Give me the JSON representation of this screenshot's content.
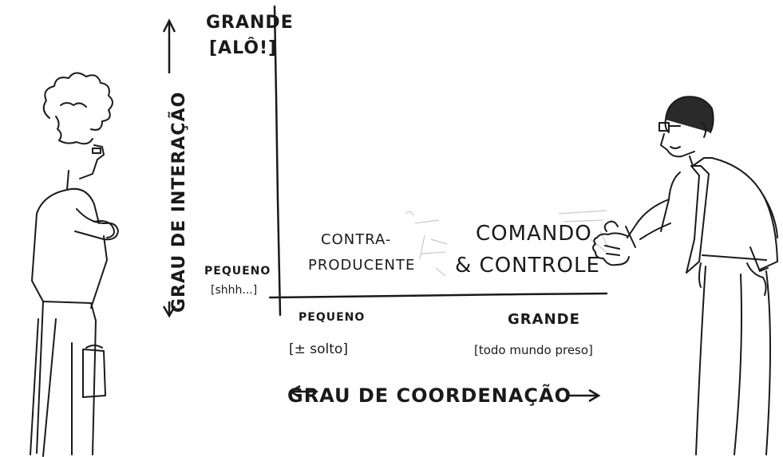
{
  "diagram": {
    "y_axis": {
      "title": "GRAU DE INTERAÇÃO",
      "high_label": "GRANDE",
      "high_note": "[ALÔ!]",
      "low_label": "PEQUENO",
      "low_note": "[shhh...]"
    },
    "x_axis": {
      "title": "GRAU DE COORDENAÇÃO",
      "low_label": "PEQUENO",
      "low_note": "[± solto]",
      "high_label": "GRANDE",
      "high_note": "[todo mundo preso]"
    },
    "quadrants": {
      "left": {
        "line1": "CONTRA-",
        "line2": "PRODUCENTE"
      },
      "right": {
        "line1": "COMANDO",
        "line2": "& CONTROLE"
      }
    }
  }
}
